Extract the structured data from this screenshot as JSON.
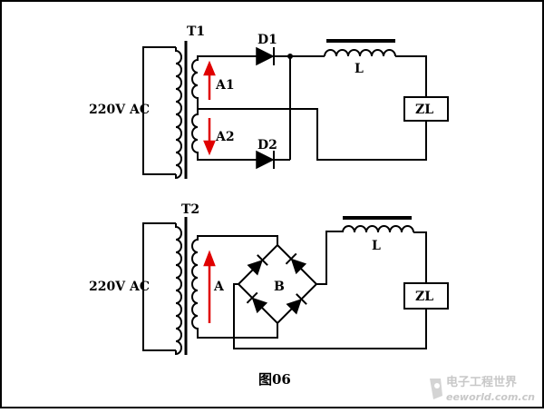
{
  "circuit1": {
    "transformer": "T1",
    "source": "220V AC",
    "diode_top": "D1",
    "diode_bottom": "D2",
    "inductor": "L",
    "load": "ZL",
    "winding_top": "A1",
    "winding_bottom": "A2"
  },
  "circuit2": {
    "transformer": "T2",
    "source": "220V AC",
    "winding": "A",
    "bridge": "B",
    "inductor": "L",
    "load": "ZL"
  },
  "caption": "图06",
  "watermark": {
    "site_name": "电子工程世界",
    "site_url": "eeworld.com.cn"
  },
  "colors": {
    "arrow": "#e00000",
    "line": "#000000",
    "background": "#ffffff"
  }
}
